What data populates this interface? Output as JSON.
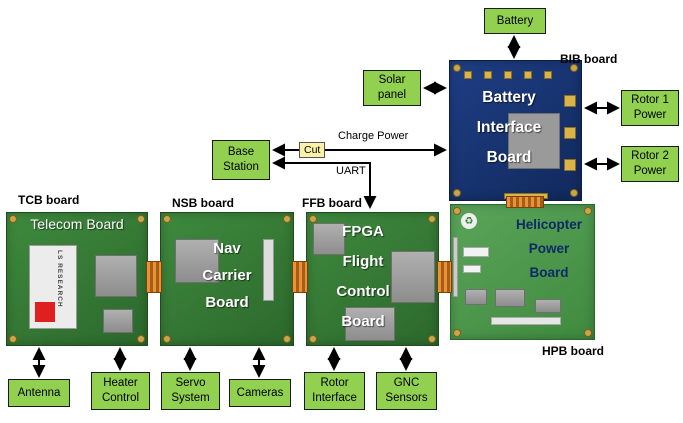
{
  "peripherals": {
    "battery": "Battery",
    "solar_panel": "Solar\npanel",
    "rotor1_power": "Rotor 1\nPower",
    "rotor2_power": "Rotor 2\nPower",
    "base_station": "Base\nStation",
    "antenna": "Antenna",
    "heater_control": "Heater\nControl",
    "servo_system": "Servo\nSystem",
    "cameras": "Cameras",
    "rotor_interface": "Rotor\nInterface",
    "gnc_sensors": "GNC\nSensors"
  },
  "board_labels": {
    "bib": "BIB board",
    "tcb": "TCB board",
    "nsb": "NSB board",
    "ffb": "FFB board",
    "hpb": "HPB board"
  },
  "board_titles": {
    "bib": "Battery\nInterface\nBoard",
    "tcb": "Telecom Board",
    "nsb": "Nav\nCarrier\nBoard",
    "ffb": "FPGA\nFlight\nControl\nBoard",
    "hpb": "Helicopter\nPower\nBoard"
  },
  "wire_labels": {
    "charge_power": "Charge Power",
    "uart": "UART",
    "cut": "Cut"
  },
  "tcb_module_text": "LS RESEARCH",
  "colors": {
    "box_green": "#92d050",
    "pcb_green": "#3e8a3e",
    "hpb_green": "#5ba55b",
    "bib_blue": "#16326e",
    "flex_orange": "#e8933a",
    "gold_pad": "#d9b44a",
    "cut_label_bg": "#fbf1a9"
  }
}
